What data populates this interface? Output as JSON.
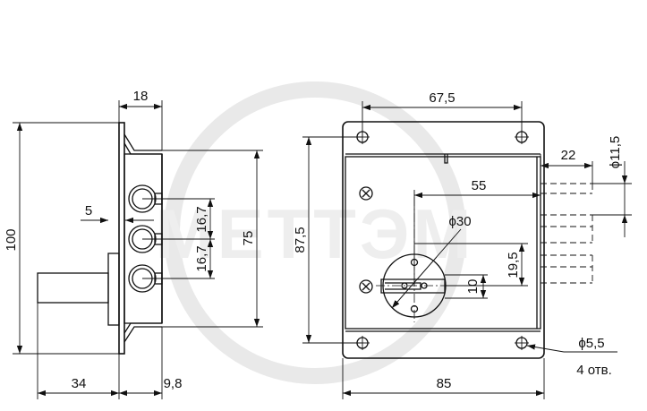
{
  "watermark": {
    "text": "МЕТТЭМ"
  },
  "side_view": {
    "dim_height": "100",
    "dim_body_height": "75",
    "dim_top_width": "18",
    "dim_spacing_1": "16,7",
    "dim_spacing_2": "16,7",
    "dim_offset": "5",
    "dim_shaft_length": "34",
    "dim_body_depth": "9,8"
  },
  "front_view": {
    "dim_hole_spacing_h": "67,5",
    "dim_hole_spacing_v": "87,5",
    "dim_bolt_extension": "22",
    "dim_bolt_diameter": "ϕ11,5",
    "dim_backset": "55",
    "dim_cylinder_diameter": "ϕ30",
    "dim_bolt_offset": "19,5",
    "dim_keyhole": "10",
    "dim_hole_diameter": "ϕ5,5",
    "hole_count_note": "4 отв.",
    "dim_width": "85"
  }
}
